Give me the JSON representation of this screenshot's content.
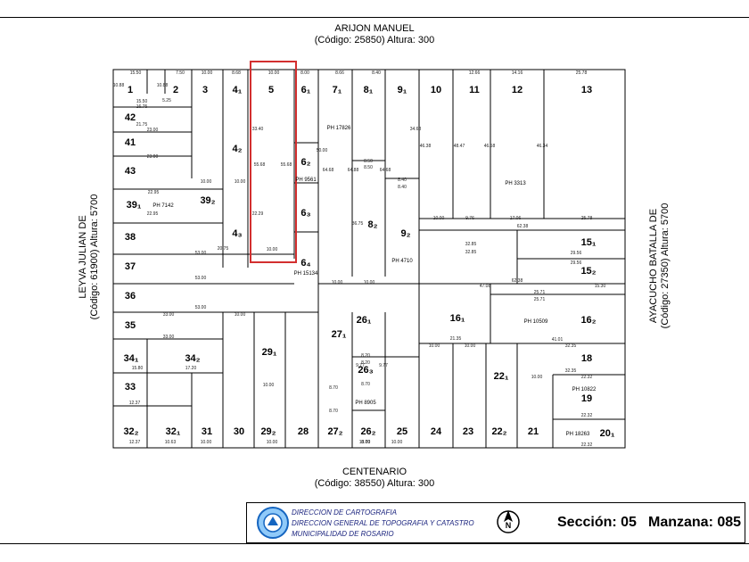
{
  "streets": {
    "top": {
      "name": "ARIJON MANUEL",
      "info": "(Código: 25850) Altura: 300"
    },
    "bottom": {
      "name": "CENTENARIO",
      "info": "(Código: 38550) Altura: 300"
    },
    "left": {
      "name": "LEYVA JULIAN DE",
      "info": "(Código: 61900) Altura: 5700"
    },
    "right": {
      "name": "AYACUCHO BATALLA DE",
      "info": "(Código: 27350) Altura: 5700"
    }
  },
  "footer": {
    "line1": "DIRECCION DE CARTOGRAFIA",
    "line2": "DIRECCION GENERAL DE TOPOGRAFIA Y CATASTRO",
    "line3": "MUNICIPALIDAD DE ROSARIO",
    "seccion": "Sección: 05",
    "manzana": "Manzana: 085",
    "north_icon": "north-arrow-icon",
    "seal_icon": "municipal-seal-icon"
  },
  "parcels": [
    {
      "id": "p1",
      "label": "1"
    },
    {
      "id": "p2",
      "label": "2"
    },
    {
      "id": "p3",
      "label": "3"
    },
    {
      "id": "p4_1",
      "label": "4₁"
    },
    {
      "id": "p5",
      "label": "5"
    },
    {
      "id": "p6_1",
      "label": "6₁"
    },
    {
      "id": "p7_1",
      "label": "7₁"
    },
    {
      "id": "p8_1",
      "label": "8₁"
    },
    {
      "id": "p9_1",
      "label": "9₁"
    },
    {
      "id": "p10",
      "label": "10"
    },
    {
      "id": "p11",
      "label": "11"
    },
    {
      "id": "p12",
      "label": "12"
    },
    {
      "id": "p13",
      "label": "13"
    },
    {
      "id": "p42",
      "label": "42"
    },
    {
      "id": "p41",
      "label": "41"
    },
    {
      "id": "p43",
      "label": "43"
    },
    {
      "id": "p39_1",
      "label": "39₁"
    },
    {
      "id": "p39_2",
      "label": "39₂"
    },
    {
      "id": "p38",
      "label": "38"
    },
    {
      "id": "p4_2",
      "label": "4₂"
    },
    {
      "id": "p4_3",
      "label": "4₃"
    },
    {
      "id": "p6_2",
      "label": "6₂"
    },
    {
      "id": "p6_3",
      "label": "6₃"
    },
    {
      "id": "p6_4",
      "label": "6₄"
    },
    {
      "id": "p8_2",
      "label": "8₂"
    },
    {
      "id": "p9_2",
      "label": "9₂"
    },
    {
      "id": "p15_1",
      "label": "15₁"
    },
    {
      "id": "p15_2",
      "label": "15₂"
    },
    {
      "id": "p37",
      "label": "37"
    },
    {
      "id": "p36",
      "label": "36"
    },
    {
      "id": "p35",
      "label": "35"
    },
    {
      "id": "p29_1",
      "label": "29₁"
    },
    {
      "id": "p27_1",
      "label": "27₁"
    },
    {
      "id": "p26_1",
      "label": "26₁"
    },
    {
      "id": "p26_3",
      "label": "26₃"
    },
    {
      "id": "p16_1",
      "label": "16₁"
    },
    {
      "id": "p16_2",
      "label": "16₂"
    },
    {
      "id": "p18",
      "label": "18"
    },
    {
      "id": "p34_1",
      "label": "34₁"
    },
    {
      "id": "p34_2",
      "label": "34₂"
    },
    {
      "id": "p33",
      "label": "33"
    },
    {
      "id": "p22_1",
      "label": "22₁"
    },
    {
      "id": "p19",
      "label": "19"
    },
    {
      "id": "p32_2",
      "label": "32₂"
    },
    {
      "id": "p32_1",
      "label": "32₁"
    },
    {
      "id": "p31",
      "label": "31"
    },
    {
      "id": "p30",
      "label": "30"
    },
    {
      "id": "p29_2",
      "label": "29₂"
    },
    {
      "id": "p28",
      "label": "28"
    },
    {
      "id": "p27_2",
      "label": "27₂"
    },
    {
      "id": "p26_2",
      "label": "26₂"
    },
    {
      "id": "p25",
      "label": "25"
    },
    {
      "id": "p24",
      "label": "24"
    },
    {
      "id": "p23",
      "label": "23"
    },
    {
      "id": "p22_2",
      "label": "22₂"
    },
    {
      "id": "p21",
      "label": "21"
    },
    {
      "id": "p20_1",
      "label": "20₁"
    }
  ],
  "ph_labels": [
    {
      "id": "ph17826",
      "label": "PH 17826"
    },
    {
      "id": "ph9561",
      "label": "PH 9561"
    },
    {
      "id": "ph7142",
      "label": "PH 7142"
    },
    {
      "id": "ph15134",
      "label": "PH 15134"
    },
    {
      "id": "ph4710",
      "label": "PH 4710"
    },
    {
      "id": "ph3313",
      "label": "PH 3313"
    },
    {
      "id": "ph10509",
      "label": "PH 10509"
    },
    {
      "id": "ph8905",
      "label": "PH 8905"
    },
    {
      "id": "ph10822",
      "label": "PH 10822"
    },
    {
      "id": "ph18263",
      "label": "PH 18263"
    }
  ],
  "dimensions": [
    "15.50",
    "7.50",
    "10.00",
    "8.68",
    "10.00",
    "8.00",
    "8.66",
    "8.40",
    "12.66",
    "14.16",
    "25.78",
    "10.88",
    "10.88",
    "16.75",
    "15.50",
    "5.25",
    "21.75",
    "23.00",
    "23.00",
    "22.95",
    "22.95",
    "53.00",
    "53.00",
    "53.00",
    "33.00",
    "33.00",
    "15.80",
    "17.20",
    "12.37",
    "12.37",
    "10.63",
    "10.00",
    "10.00",
    "10.00",
    "10.00",
    "10.00",
    "10.00",
    "10.00",
    "10.00",
    "10.00",
    "10.00",
    "55.68",
    "55.68",
    "33.40",
    "22.29",
    "34.68",
    "46.38",
    "48.47",
    "46.58",
    "46.34",
    "36.75",
    "50.00",
    "64.68",
    "64.88",
    "64.68",
    "62.38",
    "32.85",
    "32.85",
    "29.56",
    "29.56",
    "62.38",
    "47.08",
    "25.71",
    "25.71",
    "15.30",
    "41.01",
    "32.35",
    "32.35",
    "22.32",
    "22.32",
    "22.32",
    "21.35",
    "9.76",
    "17.06",
    "25.78",
    "8.50",
    "8.50",
    "8.40",
    "8.40",
    "8.20",
    "8.20",
    "8.70",
    "8.70",
    "8.70",
    "8.70",
    "9.77",
    "9.77",
    "20.75",
    "10.00",
    "10.00",
    "10.00",
    "10.00",
    "10.00"
  ]
}
